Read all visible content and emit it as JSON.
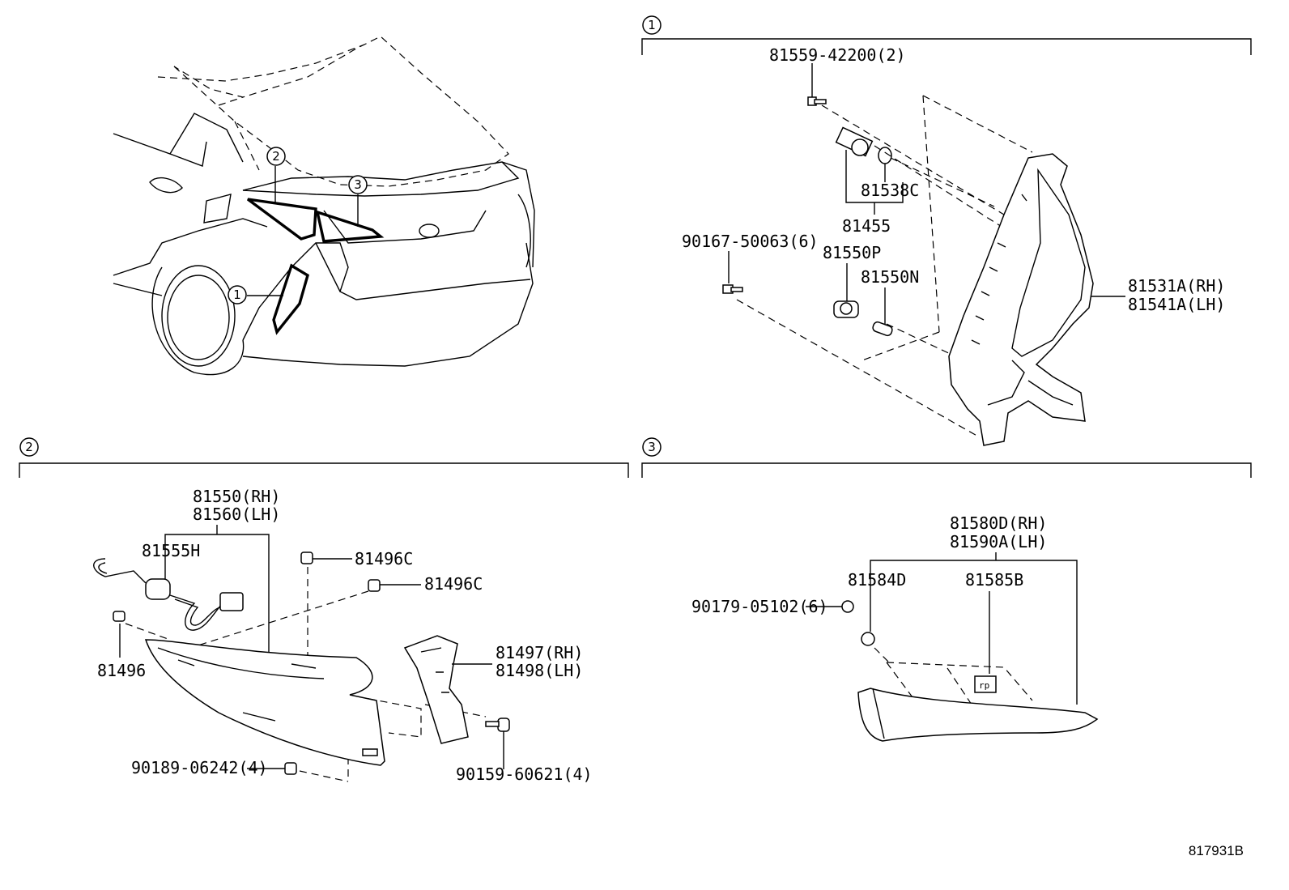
{
  "diagram_ref": "817931B",
  "callouts": {
    "c1": "1",
    "c2": "2",
    "c3": "3"
  },
  "section1": {
    "marker": "1",
    "parts": {
      "p81559": "81559-42200(2)",
      "p81538c": "81538C",
      "p81455": "81455",
      "p90167": "90167-50063(6)",
      "p81550p": "81550P",
      "p81550n": "81550N",
      "p81531a": "81531A(RH)",
      "p81541a": "81541A(LH)"
    }
  },
  "section2": {
    "marker": "2",
    "parts": {
      "p81550rh": "81550(RH)",
      "p81560lh": "81560(LH)",
      "p81555h": "81555H",
      "p81496c_a": "81496C",
      "p81496c_b": "81496C",
      "p81496": "81496",
      "p81497": "81497(RH)",
      "p81498": "81498(LH)",
      "p90189": "90189-06242(4)",
      "p90159": "90159-60621(4)"
    }
  },
  "section3": {
    "marker": "3",
    "parts": {
      "p81580d": "81580D(RH)",
      "p81590a": "81590A(LH)",
      "p81584d": "81584D",
      "p81585b": "81585B",
      "p90179": "90179-05102(6)"
    }
  }
}
